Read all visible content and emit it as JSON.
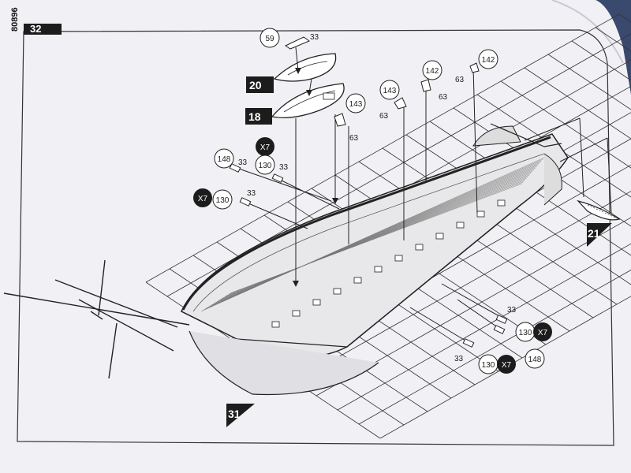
{
  "page": {
    "number": "32",
    "side_code": "80896"
  },
  "steps": {
    "s18": "18",
    "s20": "20",
    "s21": "21",
    "s31": "31"
  },
  "labels": {
    "p59": "59",
    "p33a": "33",
    "p143a": "143",
    "p63a": "63",
    "p143b": "143",
    "p63b": "63",
    "p142a": "142",
    "p63c": "63",
    "p142b": "142",
    "p63d": "63",
    "p148a": "148",
    "p33b": "33",
    "x7a": "X7",
    "p130a": "130",
    "p33c": "33",
    "x7b": "X7",
    "p130b": "130",
    "p33d": "33",
    "p33e": "33",
    "p130c": "130",
    "x7c": "X7",
    "p33f": "33",
    "p130d": "130",
    "x7d": "X7",
    "p148b": "148"
  },
  "colors": {
    "paper": "#f1f1f5",
    "ink": "#222222",
    "backdrop": "#3a4a6e",
    "hull": "#e8e8ea"
  }
}
